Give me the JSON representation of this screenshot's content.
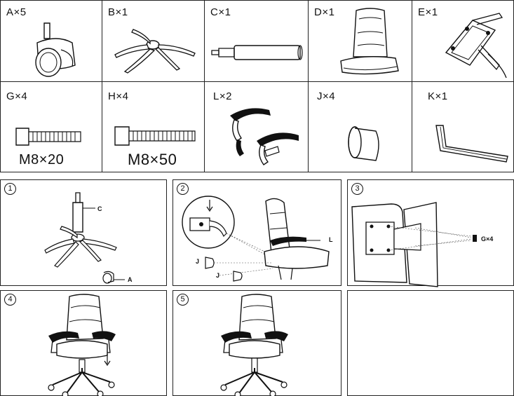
{
  "parts": [
    {
      "label": "A×5"
    },
    {
      "label": "B×1"
    },
    {
      "label": "C×1"
    },
    {
      "label": "D×1"
    },
    {
      "label": "E×1"
    },
    {
      "label": "G×4",
      "spec": "M8×20"
    },
    {
      "label": "H×4",
      "spec": "M8×50"
    },
    {
      "label": "L×2"
    },
    {
      "label": "J×4"
    },
    {
      "label": "K×1"
    }
  ],
  "steps": [
    {
      "number": "1",
      "callouts": {
        "c": "C",
        "a": "A"
      }
    },
    {
      "number": "2",
      "callouts": {
        "l": "L",
        "j1": "J",
        "j2": "J"
      }
    },
    {
      "number": "3",
      "callouts": {
        "g": "G×4"
      }
    },
    {
      "number": "4"
    },
    {
      "number": "5"
    }
  ]
}
